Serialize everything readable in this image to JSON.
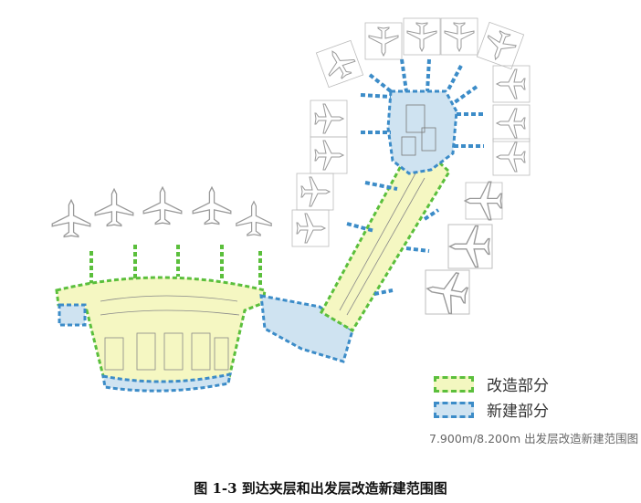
{
  "legend": {
    "items": [
      {
        "label": "改造部分",
        "color": "#5bbf3c",
        "fill": "#f3f7c0"
      },
      {
        "label": "新建部分",
        "color": "#3c8cc8",
        "fill": "#cfe3f1"
      }
    ]
  },
  "map_caption": "7.900m/8.200m 出发层改造新建范围图",
  "figure_title": "图 1-3 到达夹层和出发层改造新建范围图"
}
